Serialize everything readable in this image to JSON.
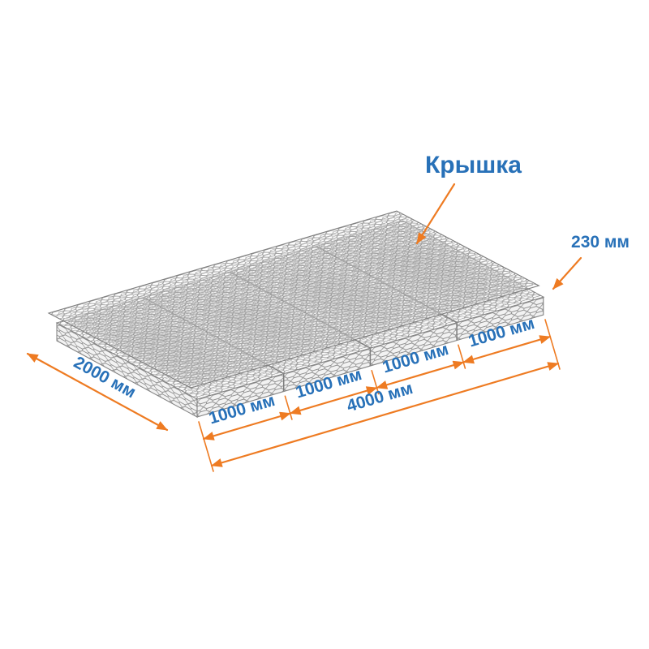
{
  "figure": {
    "part_label": "Крышка",
    "dimensions": {
      "height": "230 мм",
      "width": "2000 мм",
      "total_length": "4000 мм",
      "segments": [
        "1000 мм",
        "1000 мм",
        "1000 мм",
        "1000 мм"
      ]
    },
    "colors": {
      "dimension_lines": "#EE7B22",
      "label_text": "#2871B8",
      "mesh_wire": "#8F8F8F"
    }
  }
}
